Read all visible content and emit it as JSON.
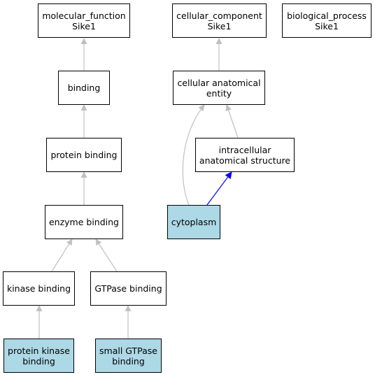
{
  "colors": {
    "highlight_fill": "#add8e6",
    "node_fill": "#ffffff",
    "edge_gray": "#c0c0c0",
    "edge_blue": "#0000ff"
  },
  "nodes": {
    "mf_root": {
      "line1": "molecular_function",
      "line2": "Sike1"
    },
    "cc_root": {
      "line1": "cellular_component",
      "line2": "Sike1"
    },
    "bp_root": {
      "line1": "biological_process",
      "line2": "Sike1"
    },
    "binding": {
      "line1": "binding"
    },
    "protein_binding": {
      "line1": "protein binding"
    },
    "enzyme_binding": {
      "line1": "enzyme binding"
    },
    "kinase_binding": {
      "line1": "kinase binding"
    },
    "gtpase_binding": {
      "line1": "GTPase binding"
    },
    "protein_kinase_binding": {
      "line1": "protein kinase",
      "line2": "binding"
    },
    "small_gtpase_binding": {
      "line1": "small GTPase",
      "line2": "binding"
    },
    "cellular_anatomical_entity": {
      "line1": "cellular anatomical",
      "line2": "entity"
    },
    "intracellular_anatomical_structure": {
      "line1": "intracellular",
      "line2": "anatomical structure"
    },
    "cytoplasm": {
      "line1": "cytoplasm"
    }
  }
}
